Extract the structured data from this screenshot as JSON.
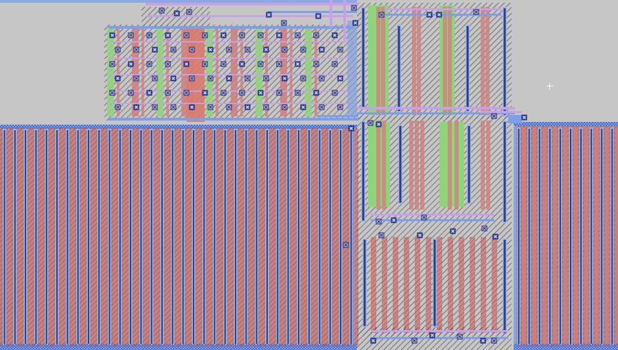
{
  "viewer": {
    "background": "#c6c6c6"
  },
  "layers": [
    {
      "name": "poly",
      "color": "#cf7f7f"
    },
    {
      "name": "diffusion",
      "color": "#8fd47a"
    },
    {
      "name": "metal1",
      "color": "#7e9fe8"
    },
    {
      "name": "metal2",
      "color": "#c7a1e6"
    },
    {
      "name": "contact",
      "color": "#2b2b8a"
    },
    {
      "name": "hatch",
      "color": "#3d3d3d"
    }
  ],
  "cursor": {
    "icon": "crosshair-cursor-icon"
  }
}
